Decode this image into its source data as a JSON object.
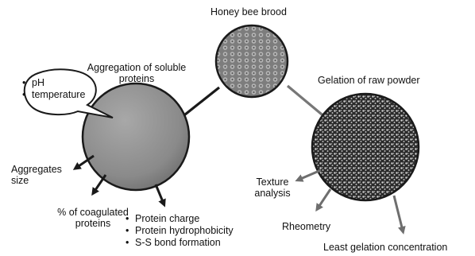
{
  "center": {
    "label": "Honey bee brood"
  },
  "left": {
    "label_line1": "Aggregation of soluble",
    "label_line2": "proteins",
    "callout": [
      "pH",
      "temperature"
    ],
    "outputs": {
      "aggregates_line1": "Aggregates",
      "aggregates_line2": "size",
      "coagulated_line1": "% of coagulated",
      "coagulated_line2": "proteins",
      "properties": [
        "Protein charge",
        "Protein hydrophobicity",
        "S-S bond formation"
      ]
    }
  },
  "right": {
    "label": "Gelation of raw powder",
    "outputs": {
      "texture_line1": "Texture",
      "texture_line2": "analysis",
      "rheometry": "Rheometry",
      "lgc": "Least gelation concentration"
    }
  }
}
